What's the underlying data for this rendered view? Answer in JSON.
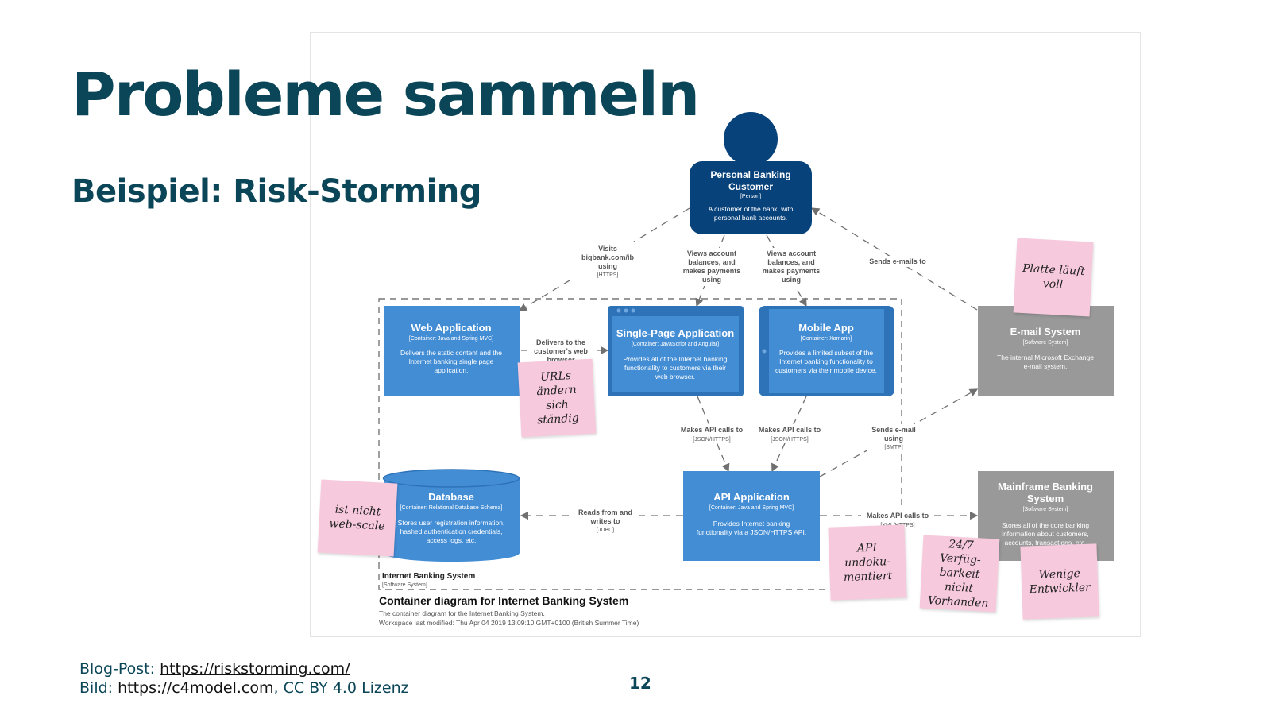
{
  "slide": {
    "title": "Probleme sammeln",
    "subtitle": "Beispiel: Risk-Storming",
    "page_number": "12"
  },
  "footer": {
    "blog_label": "Blog-Post: ",
    "blog_link": "https://riskstorming.com/",
    "image_label": "Bild: ",
    "image_link": "https://c4model.com",
    "license": ", CC BY 4.0 Lizenz"
  },
  "diagram": {
    "person": {
      "name_line1": "Personal Banking",
      "name_line2": "Customer",
      "type": "[Person]",
      "desc_line1": "A customer of the bank, with",
      "desc_line2": "personal bank accounts."
    },
    "web_app": {
      "name": "Web Application",
      "type": "[Container: Java and Spring MVC]",
      "desc_line1": "Delivers the static content and the",
      "desc_line2": "Internet banking single page",
      "desc_line3": "application."
    },
    "spa": {
      "name": "Single-Page Application",
      "type": "[Container: JavaScript and Angular]",
      "desc_line1": "Provides all of the Internet banking",
      "desc_line2": "functionality to customers via their",
      "desc_line3": "web browser."
    },
    "mobile": {
      "name": "Mobile App",
      "type": "[Container: Xamarin]",
      "desc_line1": "Provides a limited subset of the",
      "desc_line2": "Internet banking functionality to",
      "desc_line3": "customers via their mobile device."
    },
    "email": {
      "name": "E-mail System",
      "type": "[Software System]",
      "desc_line1": "The internal Microsoft Exchange",
      "desc_line2": "e-mail system."
    },
    "database": {
      "name": "Database",
      "type": "[Container: Relational Database Schema]",
      "desc_line1": "Stores user registration information,",
      "desc_line2": "hashed authentication credentials,",
      "desc_line3": "access logs, etc."
    },
    "api": {
      "name": "API Application",
      "type": "[Container: Java and Spring MVC]",
      "desc_line1": "Provides Internet banking",
      "desc_line2": "functionality via a JSON/HTTPS API."
    },
    "mainframe": {
      "name_line1": "Mainframe Banking",
      "name_line2": "System",
      "type": "[Software System]",
      "desc_line1": "Stores all of the core banking",
      "desc_line2": "information about customers,",
      "desc_line3": "accounts, transactions, etc."
    },
    "edges": {
      "visits_line1": "Visits",
      "visits_line2": "bigbank.com/ib",
      "visits_line3": "using",
      "visits_tech": "[HTTPS]",
      "views_line1": "Views account",
      "views_line2": "balances, and",
      "views_line3": "makes payments",
      "views_line4": "using",
      "sends_emails": "Sends e-mails to",
      "delivers_line1": "Delivers to the",
      "delivers_line2": "customer's web",
      "delivers_line3": "browser",
      "api_calls": "Makes API calls to",
      "api_calls_tech": "[JSON/HTTPS]",
      "send_email_line1": "Sends e-mail",
      "send_email_line2": "using",
      "send_email_tech": "[SMTP]",
      "reads_line1": "Reads from and",
      "reads_line2": "writes to",
      "reads_tech": "[JDBC]",
      "mainframe_calls": "Makes API calls to",
      "mainframe_tech": "[XML/HTTPS]"
    },
    "boundary": {
      "name": "Internet Banking System",
      "type": "[Software System]"
    },
    "caption": {
      "title": "Container diagram for Internet Banking System",
      "line1": "The container diagram for the Internet Banking System.",
      "line2": "Workspace last modified: Thu Apr 04 2019 13:09:10 GMT+0100 (British Summer Time)"
    }
  },
  "stickies": {
    "platte": "Platte läuft voll",
    "urls": "URLs ändern sich ständig",
    "webscale": "ist nicht web-scale",
    "api_doc": "API undoku-mentiert",
    "availability": "24/7 Verfüg-barkeit nicht Vorhanden",
    "devs": "Wenige Entwickler"
  },
  "colors": {
    "title": "#0b4658",
    "container_blue": "#438dd5",
    "person_blue": "#08427b",
    "external_gray": "#999999",
    "sticky_pink": "#f7c9dd"
  }
}
